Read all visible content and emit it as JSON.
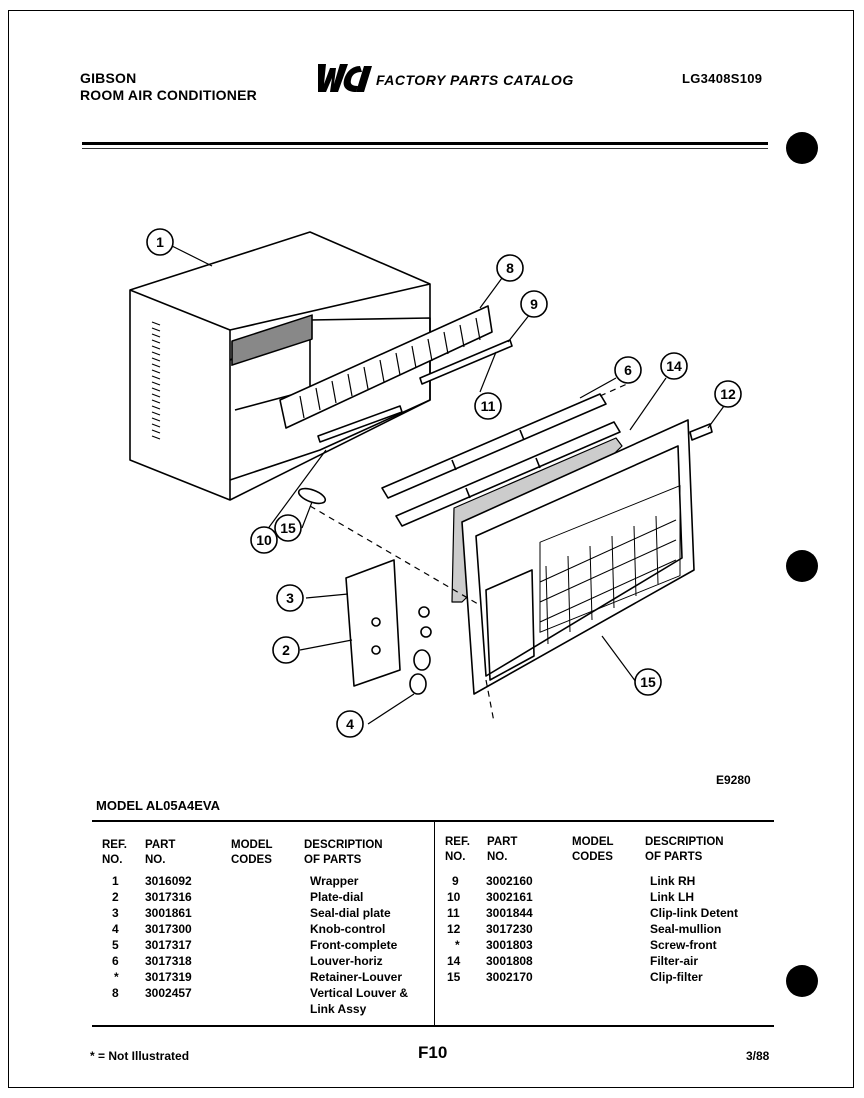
{
  "header": {
    "brand": "GIBSON",
    "product": "ROOM AIR CONDITIONER",
    "logo_text": "WCI",
    "catalog_title": "FACTORY PARTS CATALOG",
    "catalog_number": "LG3408S109"
  },
  "diagram": {
    "code": "E9280",
    "callouts": [
      "1",
      "8",
      "9",
      "11",
      "6",
      "14",
      "12",
      "10",
      "15",
      "3",
      "2",
      "4",
      "15"
    ]
  },
  "model": {
    "title": "MODEL AL05A4EVA"
  },
  "table": {
    "headers": {
      "ref_no": "REF.\nNO.",
      "part_no": "PART\nNO.",
      "model_codes": "MODEL\nCODES",
      "description": "DESCRIPTION\nOF PARTS"
    },
    "left_rows": [
      {
        "ref": "1",
        "part": "3016092",
        "codes": "",
        "desc": "Wrapper"
      },
      {
        "ref": "2",
        "part": "3017316",
        "codes": "",
        "desc": "Plate-dial"
      },
      {
        "ref": "3",
        "part": "3001861",
        "codes": "",
        "desc": "Seal-dial plate"
      },
      {
        "ref": "4",
        "part": "3017300",
        "codes": "",
        "desc": "Knob-control"
      },
      {
        "ref": "5",
        "part": "3017317",
        "codes": "",
        "desc": "Front-complete"
      },
      {
        "ref": "6",
        "part": "3017318",
        "codes": "",
        "desc": "Louver-horiz"
      },
      {
        "ref": "*",
        "part": "3017319",
        "codes": "",
        "desc": "Retainer-Louver"
      },
      {
        "ref": "8",
        "part": "3002457",
        "codes": "",
        "desc": "Vertical Louver &"
      },
      {
        "ref": "",
        "part": "",
        "codes": "",
        "desc": "Link Assy"
      }
    ],
    "right_rows": [
      {
        "ref": "9",
        "part": "3002160",
        "codes": "",
        "desc": "Link RH"
      },
      {
        "ref": "10",
        "part": "3002161",
        "codes": "",
        "desc": "Link LH"
      },
      {
        "ref": "11",
        "part": "3001844",
        "codes": "",
        "desc": "Clip-link Detent"
      },
      {
        "ref": "12",
        "part": "3017230",
        "codes": "",
        "desc": "Seal-mullion"
      },
      {
        "ref": "*",
        "part": "3001803",
        "codes": "",
        "desc": "Screw-front"
      },
      {
        "ref": "14",
        "part": "3001808",
        "codes": "",
        "desc": "Filter-air"
      },
      {
        "ref": "15",
        "part": "3002170",
        "codes": "",
        "desc": "Clip-filter"
      }
    ]
  },
  "footer": {
    "note": "* = Not Illustrated",
    "page": "F10",
    "date": "3/88"
  }
}
